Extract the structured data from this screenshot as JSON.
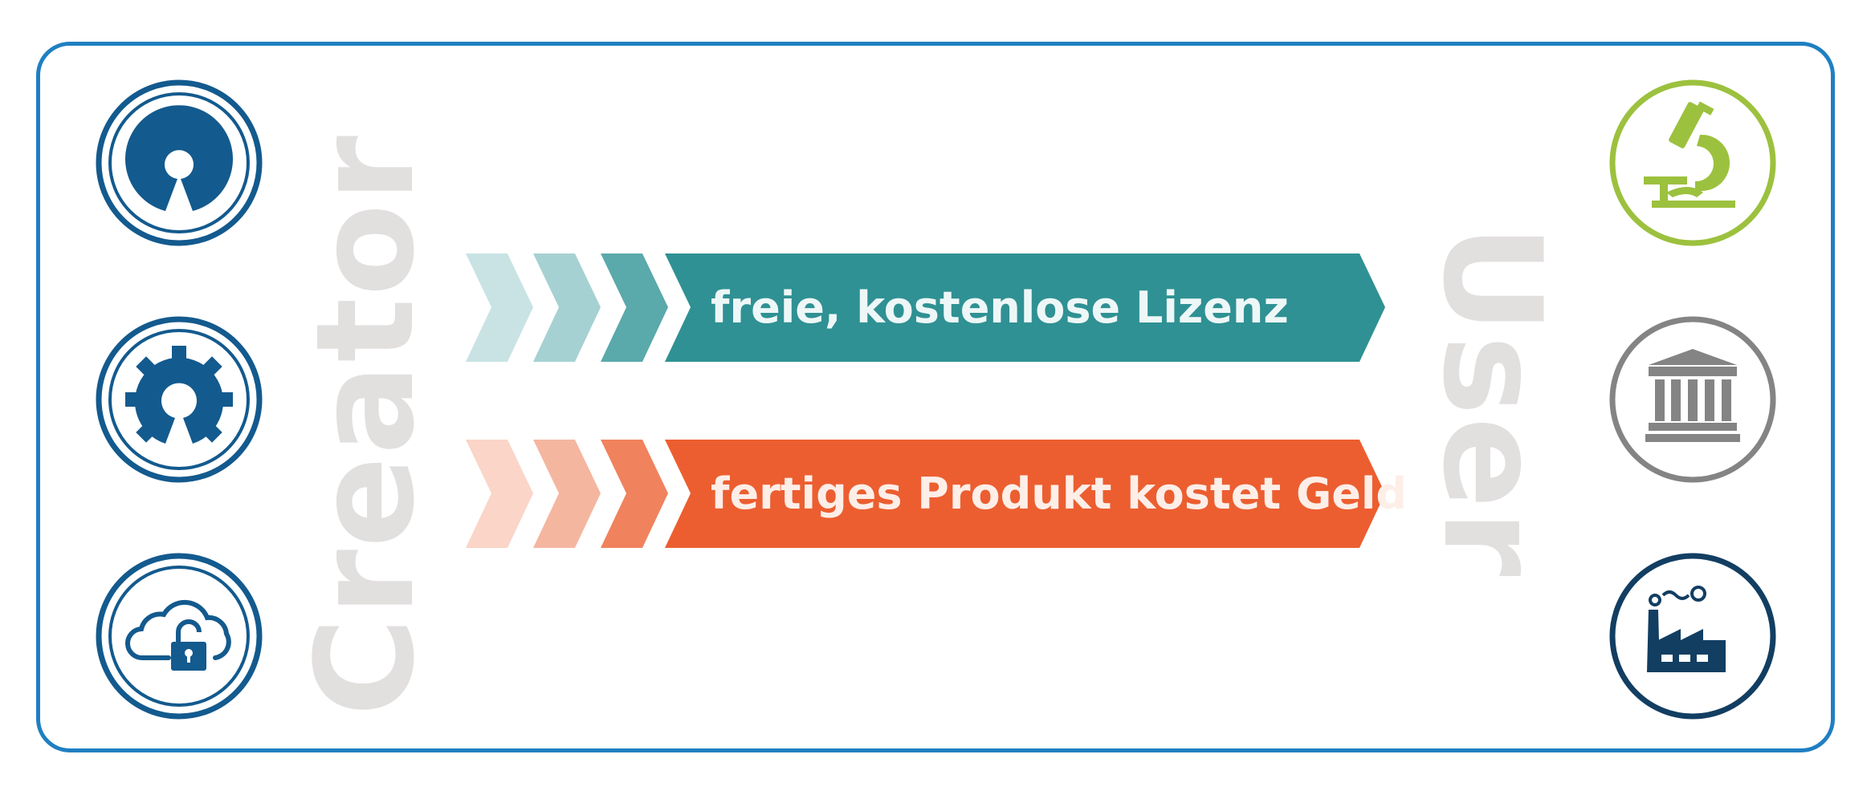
{
  "labels": {
    "creator": "Creator",
    "user": "User"
  },
  "flows": [
    {
      "text": "freie, kostenlose Lizenz",
      "color": "#2f9193",
      "chevrons": [
        "#c9e3e4",
        "#a6d1d2",
        "#5aa9ab"
      ],
      "text_color": "#eef7f7"
    },
    {
      "text": "fertiges Produkt kostet Geld",
      "color": "#ec5e30",
      "chevrons": [
        "#fad5c8",
        "#f5b6a0",
        "#f0825d"
      ],
      "text_color": "#fdeee8"
    }
  ],
  "creator_icons": [
    {
      "name": "open-source-icon",
      "color": "#135a8e"
    },
    {
      "name": "open-hardware-gear-icon",
      "color": "#135a8e"
    },
    {
      "name": "open-cloud-lock-icon",
      "color": "#135a8e"
    }
  ],
  "user_icons": [
    {
      "name": "science-microscope-icon",
      "color": "#9cc13e"
    },
    {
      "name": "institution-building-icon",
      "color": "#848484"
    },
    {
      "name": "industry-factory-icon",
      "color": "#123e62"
    }
  ],
  "colors": {
    "frame": "#1f7fc2",
    "side_text": "#e2dfdf"
  }
}
